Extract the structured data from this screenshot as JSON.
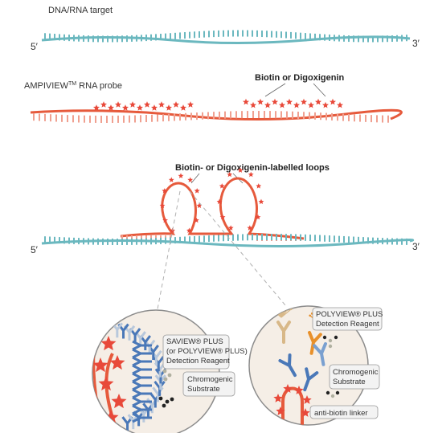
{
  "labels": {
    "dna_rna_target": "DNA/RNA target",
    "five_prime": "5′",
    "three_prime": "3′",
    "probe_name": "AMPIVIEW",
    "probe_tm": "TM",
    "probe_suffix": " RNA probe",
    "biotin_or_dig": "Biotin or Digoxigenin",
    "labelled_loops": "Biotin- or Digoxigenin-labelled loops"
  },
  "left_circle": {
    "reagent_lines": [
      "SAVIEW® PLUS",
      "(or POLYVIEW® PLUS)",
      "Detection Reagent"
    ],
    "substrate_lines": [
      "Chromogenic",
      "Substrate"
    ]
  },
  "right_circle": {
    "reagent_lines": [
      "POLYVIEW® PLUS",
      "Detection Reagent"
    ],
    "substrate_lines": [
      "Chromogenic",
      "Substrate"
    ],
    "linker": "anti-biotin linker"
  },
  "colors": {
    "target_strand": "#6bb8bf",
    "probe_strand": "#e65a3c",
    "probe_teeth": "#f0a090",
    "label_star": "#e8493a",
    "antibody_blue": "#4a78b8",
    "antibody_orange": "#e8902a",
    "antibody_tan": "#d8b888",
    "circle_fill": "#f5eee6",
    "circle_border": "#8c8c8c",
    "dash_line": "#b0b0b0"
  }
}
